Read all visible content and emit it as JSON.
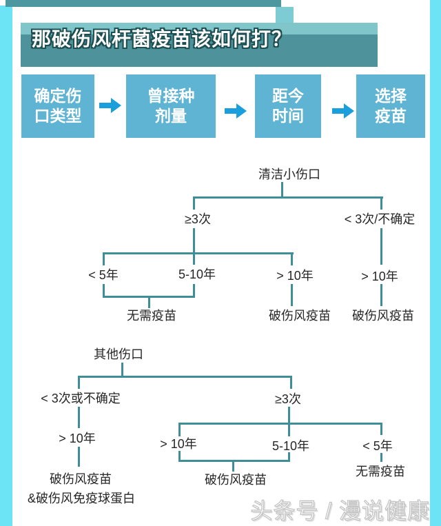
{
  "colors": {
    "side-strip": "#6ce4f5",
    "top-strip": "#4d97a0",
    "top-tab": "#7eccd3",
    "banner-top": "#7fc5c9",
    "banner-bottom": "#4e939b",
    "banner-outline": "#1d4f52",
    "step-box": "#5fb3d3",
    "arrow": "#1a9fdc",
    "flow-line": "#3e8e98",
    "flow-text": "#262626",
    "watermark": "#c2c2c2"
  },
  "title": {
    "text": "那破伤风杆菌疫苗该如何打？"
  },
  "steps": [
    {
      "line1": "确定伤",
      "line2": "口类型"
    },
    {
      "line1": "曾接种",
      "line2": "剂量"
    },
    {
      "line1": "距今",
      "line2": "时间"
    },
    {
      "line1": "选择",
      "line2": "疫苗"
    }
  ],
  "chart1": {
    "root": "清洁小伤口",
    "ge3": "≥3次",
    "lt3": "< 3次/不确定",
    "lt5y": "< 5年",
    "y5_10": "5-10年",
    "gt10y": "> 10年",
    "gt10y_right": "> 10年",
    "no_vaccine": "无需疫苗",
    "vaccine_mid": "破伤风疫苗",
    "vaccine_right": "破伤风疫苗"
  },
  "chart2": {
    "root": "其他伤口",
    "lt3": "< 3次或不确定",
    "ge3": "≥3次",
    "gt10y_left": "> 10年",
    "vaccine_left_1": "破伤风疫苗",
    "vaccine_left_2": "&破伤风免疫球蛋白",
    "gt10y_mid": "> 10年",
    "y5_10": "5-10年",
    "lt5y": "< 5年",
    "vaccine_mid": "破伤风疫苗",
    "no_vaccine": "无需疫苗"
  },
  "watermark": {
    "text": "头条号 / 漫说健康"
  }
}
